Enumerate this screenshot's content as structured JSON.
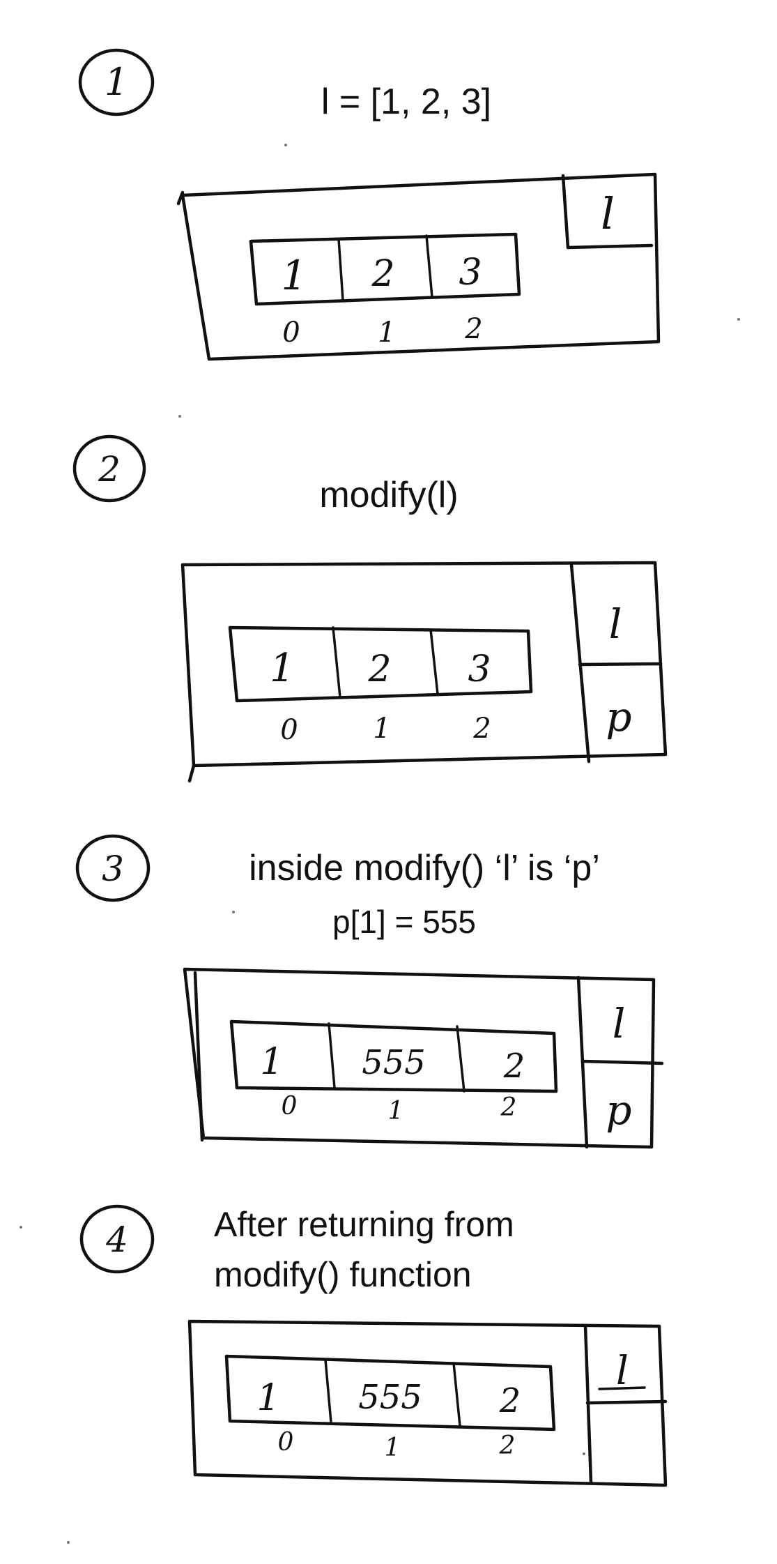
{
  "steps": [
    {
      "number": "1",
      "caption_lines": [
        "l = [1, 2, 3]"
      ],
      "values": [
        "1",
        "2",
        "3"
      ],
      "indices": [
        "0",
        "1",
        "2"
      ],
      "names": [
        "l"
      ]
    },
    {
      "number": "2",
      "caption_lines": [
        "modify(l)"
      ],
      "values": [
        "1",
        "2",
        "3"
      ],
      "indices": [
        "0",
        "1",
        "2"
      ],
      "names": [
        "l",
        "p"
      ]
    },
    {
      "number": "3",
      "caption_lines": [
        "inside modify() ‘l’ is ‘p’",
        "p[1] = 555"
      ],
      "values": [
        "1",
        "555",
        "2"
      ],
      "indices": [
        "0",
        "1",
        "2"
      ],
      "names": [
        "l",
        "p"
      ]
    },
    {
      "number": "4",
      "caption_lines": [
        "After returning from",
        "modify() function"
      ],
      "values": [
        "1",
        "555",
        "2"
      ],
      "indices": [
        "0",
        "1",
        "2"
      ],
      "names": [
        "l",
        ""
      ]
    }
  ]
}
